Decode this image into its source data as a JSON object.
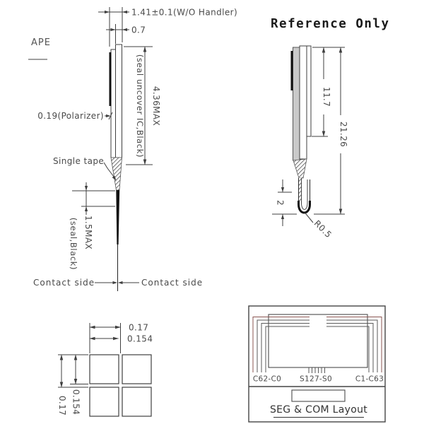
{
  "note_top_left": {
    "text": "APE"
  },
  "reference": {
    "title": "Reference Only"
  },
  "side_view": {
    "dim_total_width": "1.41±0.1(W/O Handler)",
    "dim_glass_width": "0.7",
    "dim_stack_note": "(seal uncover IC,Black)",
    "dim_stack_height": "4.36MAX",
    "polarizer": "0.19(Polarizer)",
    "single_tape": "Single tape",
    "dim_seal_height": "1.5MAX",
    "dim_seal_note": "(seal,Black)",
    "contact_left": "Contact side",
    "contact_right": "Contact side"
  },
  "bent_view": {
    "dim_ic_to_bend": "11.7",
    "dim_total_length": "21.26",
    "dim_bend_height": "2",
    "dim_bend_radius": "R0.5"
  },
  "pad_detail": {
    "dim_h_pitch": "0.17",
    "dim_h_pad": "0.154",
    "dim_v_pad": "0.154",
    "dim_v_pitch": "0.17"
  },
  "seg_com_layout": {
    "left_group": "C62-C0",
    "center_group": "S127-S0",
    "right_group": "C1-C63",
    "caption": "SEG & COM Layout"
  },
  "colors": {
    "line": "#3f3f3f",
    "ink": "#111111",
    "text": "#4a4a4a",
    "glass_gray": "#c9c9c9",
    "trace_red": "#8a5450",
    "trace_gray": "#5a5a5a"
  }
}
